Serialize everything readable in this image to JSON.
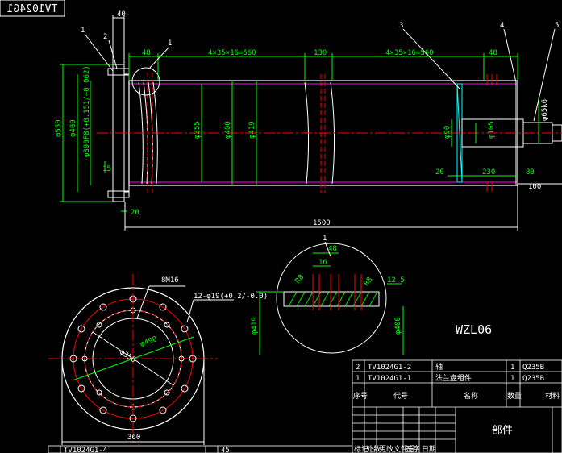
{
  "title_block_top": "TV1024G1",
  "balloons": [
    "1",
    "2",
    "1",
    "3",
    "4",
    "5"
  ],
  "dims": {
    "d40": "40",
    "d48a": "48",
    "seg1": "4×35×16=560",
    "d130": "130",
    "seg2": "4×35×16=560",
    "d48b": "48",
    "dia550": "φ550",
    "dia480": "φ480",
    "dia390": "φ390F8(+0.151/+0.062)",
    "d15": "15",
    "d20a": "20",
    "dia355": "φ355",
    "dia400": "φ400",
    "dia419": "φ419",
    "dia90": "φ90",
    "dia105": "φ105",
    "dia65": "φ65k6",
    "d20b": "20",
    "d230": "230",
    "d80": "80",
    "d100": "100",
    "d1500": "1500",
    "detail_balloon": "1",
    "detail48": "48",
    "detail16": "16",
    "detail_r8": "R8",
    "detail_r8b": "R8",
    "detail125": "12.5",
    "detail_dia419": "φ419",
    "detail_dia400": "φ400",
    "flange_bolts": "8M16",
    "flange_holes": "12-φ19(+0.2/-0.0)",
    "flange_dia350": "φ350",
    "flange_dia490": "φ490",
    "flange_width": "360"
  },
  "model": "WZL06",
  "table": {
    "rows": [
      {
        "no": "2",
        "code": "TV1024G1-2",
        "name": "轴",
        "qty": "1",
        "mat": "Q235B"
      },
      {
        "no": "1",
        "code": "TV1024G1-1",
        "name": "法兰盘组件",
        "qty": "1",
        "mat": "Q235B"
      }
    ],
    "header": {
      "no": "序号",
      "code": "代号",
      "name": "名称",
      "qty": "数量",
      "mat": "材料"
    },
    "part_label": "部件",
    "sub_headers": [
      "标记",
      "处数",
      "更改文件号",
      "签字",
      "日期"
    ],
    "bottom_code": "TV1024G1-4",
    "bottom_val": "45"
  },
  "colors": {
    "line": "#ffffff",
    "dim": "#00ff00",
    "center": "#ff0000",
    "accent": "#ff00ff",
    "hidden": "#00ffff"
  }
}
